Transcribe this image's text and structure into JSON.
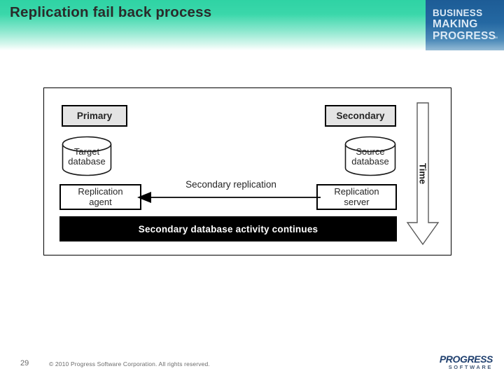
{
  "slide": {
    "title": "Replication fail back process",
    "page_number": "29",
    "copyright": "© 2010 Progress Software Corporation. All rights reserved."
  },
  "brand": {
    "line1": "BUSINESS",
    "line2": "MAKING",
    "line3": "PROGRESS",
    "trademark": "™",
    "accent_green": "#3ad7aa",
    "accent_blue": "#2468a2"
  },
  "footer_logo": {
    "name": "PROGRESS",
    "subtitle": "SOFTWARE",
    "color": "#1f3f6e"
  },
  "diagram": {
    "headers": {
      "primary": "Primary",
      "secondary": "Secondary"
    },
    "databases": {
      "target": {
        "line1": "Target",
        "line2": "database"
      },
      "source": {
        "line1": "Source",
        "line2": "database"
      }
    },
    "nodes": {
      "replication_agent": {
        "line1": "Replication",
        "line2": "agent"
      },
      "replication_server": {
        "line1": "Replication",
        "line2": "server"
      }
    },
    "flow_label": "Secondary replication",
    "time_label": "Time",
    "banner": "Secondary database activity continues",
    "colors": {
      "header_box_fill": "#e4e4e4",
      "banner_fill": "#000000",
      "banner_text": "#ffffff",
      "stroke": "#000000"
    }
  }
}
